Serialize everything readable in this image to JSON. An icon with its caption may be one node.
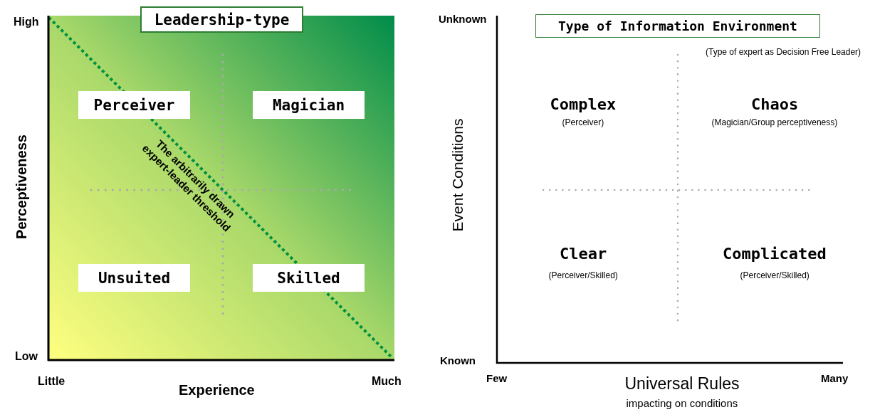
{
  "diagram": {
    "nodes": [
      {
        "text": [
          "Leadership-type"
        ]
      },
      {
        "text": [
          "Perceiver"
        ]
      },
      {
        "text": [
          "Magician"
        ]
      },
      {
        "text": [
          "Unsuited"
        ]
      },
      {
        "text": [
          "Skilled"
        ]
      },
      {
        "text": [
          "Type of Information Environment"
        ]
      }
    ],
    "labels": [
      "High",
      "Low",
      "Little",
      "Experience",
      "Much",
      "Perceptiveness",
      "The arbitrarily drawn expert-leader threshold",
      "Unknown",
      "Known",
      "Few",
      "Many",
      "Event Conditions",
      "Universal Rules",
      "impacting on conditions",
      "(Type of expert as Decision Free Leader)",
      "Complex",
      "(Perceiver)",
      "Chaos",
      "(Magician/Group perceptiveness)",
      "Clear",
      "(Perceiver/Skilled)",
      "Complicated",
      "(Perceiver/Skilled)"
    ]
  }
}
